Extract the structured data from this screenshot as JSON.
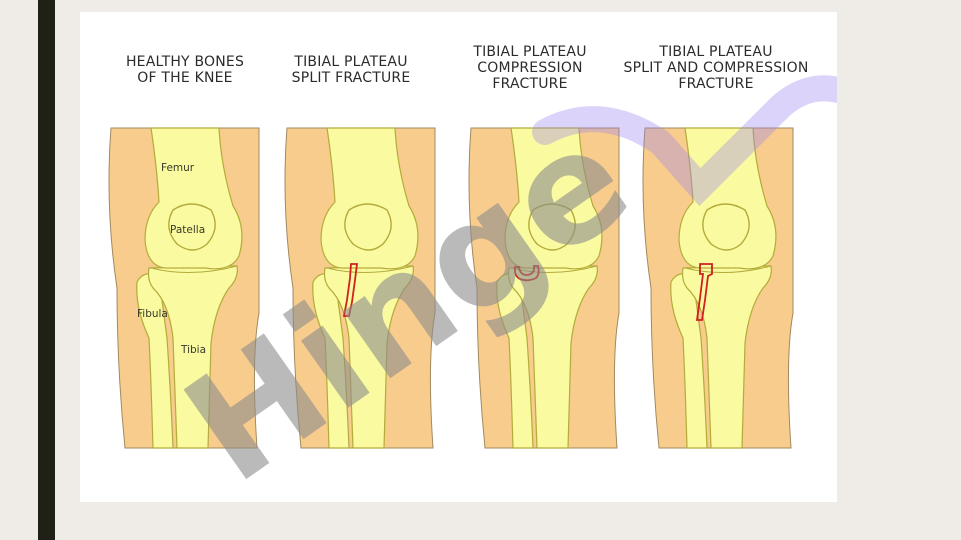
{
  "panels": [
    {
      "title_lines": [
        "HEALTHY BONES",
        "OF THE KNEE"
      ]
    },
    {
      "title_lines": [
        "TIBIAL PLATEAU",
        "SPLIT FRACTURE"
      ]
    },
    {
      "title_lines": [
        "TIBIAL PLATEAU",
        "COMPRESSION",
        "FRACTURE"
      ]
    },
    {
      "title_lines": [
        "TIBIAL PLATEAU",
        "SPLIT AND COMPRESSION",
        "FRACTURE"
      ]
    }
  ],
  "labels": {
    "femur": "Femur",
    "patella": "Patella",
    "fibula": "Fibula",
    "tibia": "Tibia"
  },
  "watermark": "Hinge",
  "colors": {
    "skin": "#f7cc8c",
    "bone": "#fafaa0",
    "bone_outline": "#b3ac3a",
    "fracture": "#d02020",
    "slide_bar": "#1f2016",
    "watermark_gray": "#8c8c8c",
    "watermark_purple": "#9b80f2"
  }
}
